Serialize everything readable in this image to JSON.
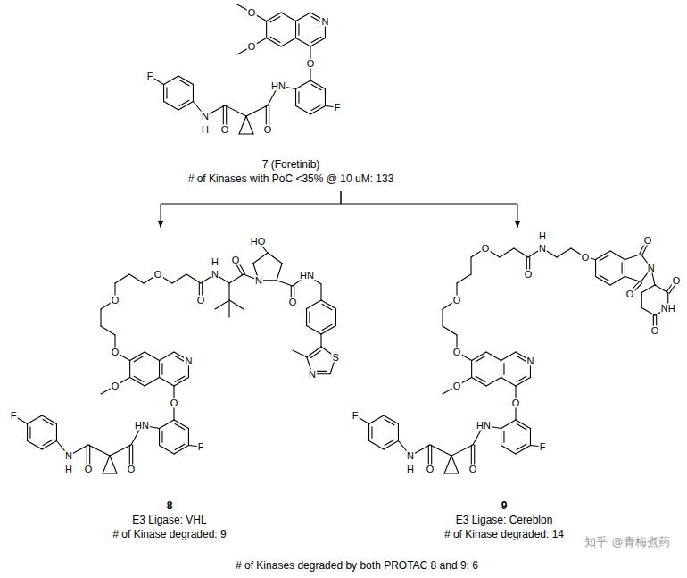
{
  "diagram": {
    "caption": "# of Kinases degraded by both PROTAC 8 and 9: 6",
    "nodes": [
      {
        "text": [
          "7 (Foretinib)",
          "# of Kinases with PoC <35% @ 10 uM: 133"
        ]
      },
      {
        "text": [
          "8",
          "E3 Ligase: VHL",
          "# of Kinase degraded: 9"
        ]
      },
      {
        "text": [
          "9",
          "E3 Ligase: Cereblon",
          "# of Kinase degraded: 14"
        ]
      }
    ],
    "edges": [
      {
        "from": 0,
        "to": 1,
        "arrow": "to"
      },
      {
        "from": 0,
        "to": 2,
        "arrow": "to"
      }
    ],
    "labels": [
      "N",
      "O",
      "O",
      "O",
      "HN",
      "F",
      "O",
      "O",
      "N",
      "H",
      "F",
      "N",
      "O",
      "O",
      "O",
      "HN",
      "F",
      "O",
      "O",
      "N",
      "H",
      "F",
      "O",
      "O",
      "O",
      "N",
      "H",
      "O",
      "N",
      "HO",
      "O",
      "HN",
      "S",
      "N",
      "N",
      "O",
      "O",
      "O",
      "HN",
      "F",
      "O",
      "O",
      "N",
      "H",
      "F",
      "O",
      "O",
      "O",
      "N",
      "H",
      "O",
      "O",
      "N",
      "O",
      "O",
      "NH",
      "O",
      "知乎 @青梅煮药"
    ]
  }
}
